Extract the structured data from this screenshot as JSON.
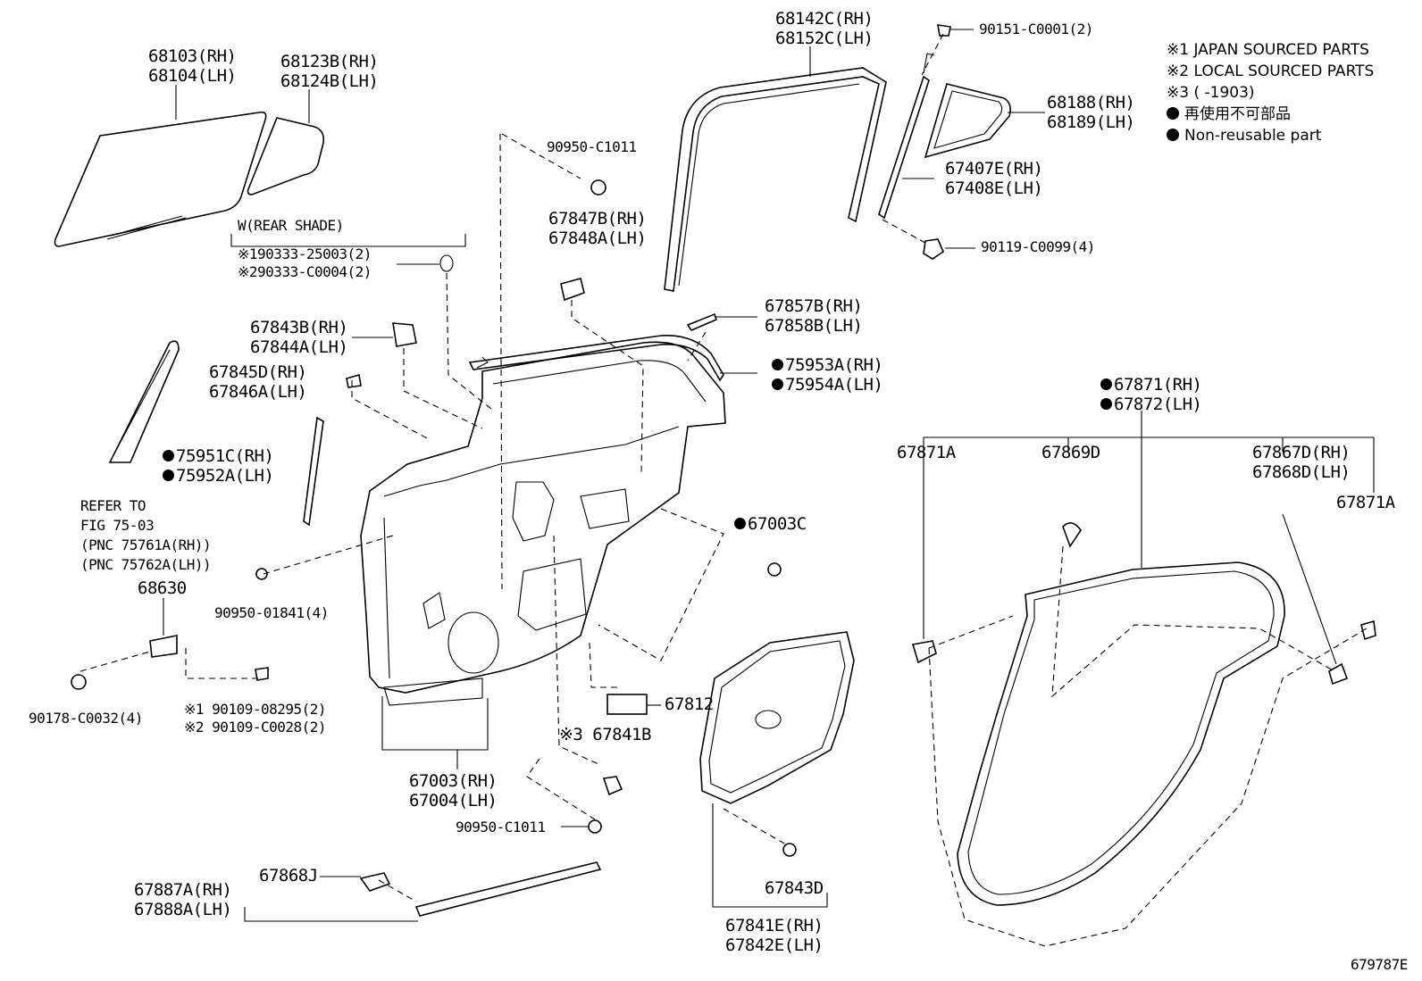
{
  "diagram_id": "679787E",
  "legend": {
    "note1": "※1 JAPAN SOURCED PARTS",
    "note2": "※2 LOCAL SOURCED PARTS",
    "note3": "※3 (       -1903)",
    "note4": "再使用不可部品",
    "note5": "Non-reusable part"
  },
  "labels": {
    "p68103": "68103(RH)",
    "p68104": "68104(LH)",
    "p68123": "68123B(RH)",
    "p68124": "68124B(LH)",
    "rear_shade": "W(REAR SHADE)",
    "p90333a": "※190333-25003(2)",
    "p90333b": "※290333-C0004(2)",
    "p67843": "67843B(RH)",
    "p67844": "67844A(LH)",
    "p67845": "67845D(RH)",
    "p67846": "67846A(LH)",
    "p75951": "75951C(RH)",
    "p75952": "75952A(LH)",
    "refer1": "REFER TO",
    "refer2": "FIG 75-03",
    "refer3": "(PNC 75761A(RH))",
    "refer4": "(PNC 75762A(LH))",
    "p68630": "68630",
    "p90950b": "90950-01841(4)",
    "p90178": "90178-C0032(4)",
    "p90109a": "※1 90109-08295(2)",
    "p90109b": "※2 90109-C0028(2)",
    "p67003rh": "67003(RH)",
    "p67004": "67004(LH)",
    "p90950c": "90950-C1011",
    "p67887": "67887A(RH)",
    "p67888": "67888A(LH)",
    "p67868j": "67868J",
    "p90950a": "90950-C1011",
    "p67847": "67847B(RH)",
    "p67848": "67848A(LH)",
    "p68142": "68142C(RH)",
    "p68152": "68152C(LH)",
    "p90151": "90151-C0001(2)",
    "p68188": "68188(RH)",
    "p68189": "68189(LH)",
    "p67407": "67407E(RH)",
    "p67408": "67408E(LH)",
    "p90119": "90119-C0099(4)",
    "p67857": "67857B(RH)",
    "p67858": "67858B(LH)",
    "p75953": "75953A(RH)",
    "p75954": "75954A(LH)",
    "p67003c": "67003C",
    "p67812": "67812",
    "p67841b": "※3 67841B",
    "p67843d": "67843D",
    "p67841e": "67841E(RH)",
    "p67842e": "67842E(LH)",
    "p67871": "67871(RH)",
    "p67872": "67872(LH)",
    "p67871a1": "67871A",
    "p67869d": "67869D",
    "p67867d": "67867D(RH)",
    "p67868d": "67868D(LH)",
    "p67871a2": "67871A"
  }
}
